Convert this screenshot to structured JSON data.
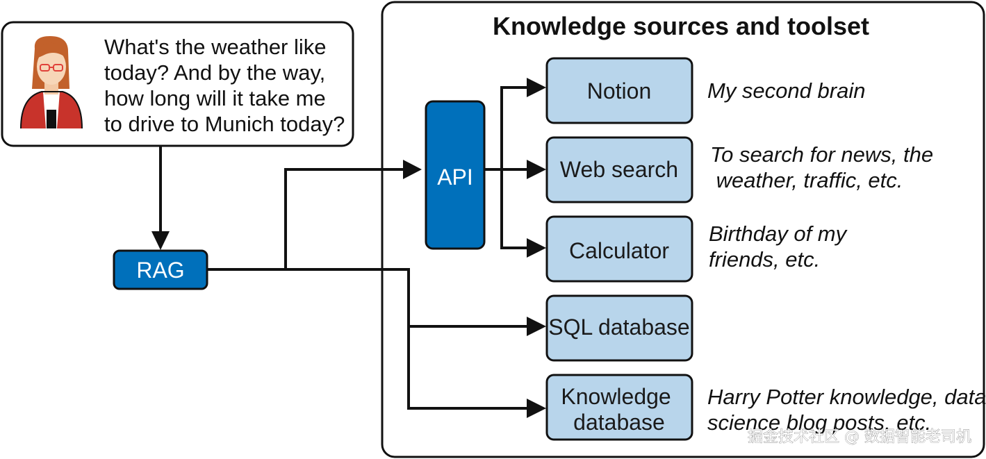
{
  "question": {
    "lines": [
      "What's the weather like",
      "today?  And by the way,",
      "how long will it take me",
      "to drive to Munich today?"
    ]
  },
  "rag": {
    "label": "RAG"
  },
  "api": {
    "label": "API"
  },
  "panel": {
    "title": "Knowledge sources and toolset"
  },
  "tools": [
    {
      "label_lines": [
        "Notion"
      ],
      "note_lines": [
        "My second brain"
      ]
    },
    {
      "label_lines": [
        "Web search"
      ],
      "note_lines": [
        "To search for news, the",
        " weather, traffic, etc."
      ]
    },
    {
      "label_lines": [
        "Calculator"
      ],
      "note_lines": [
        "Birthday of my",
        "friends, etc."
      ]
    },
    {
      "label_lines": [
        "SQL database"
      ],
      "note_lines": []
    },
    {
      "label_lines": [
        "Knowledge",
        "database"
      ],
      "note_lines": [
        "Harry Potter knowledge, data",
        "science blog posts, etc."
      ]
    }
  ],
  "watermark": "掘金技术社区 @ 数据智能老司机",
  "colors": {
    "dark_blue": "#0070bb",
    "light_blue": "#b8d5eb",
    "stroke": "#111111"
  }
}
